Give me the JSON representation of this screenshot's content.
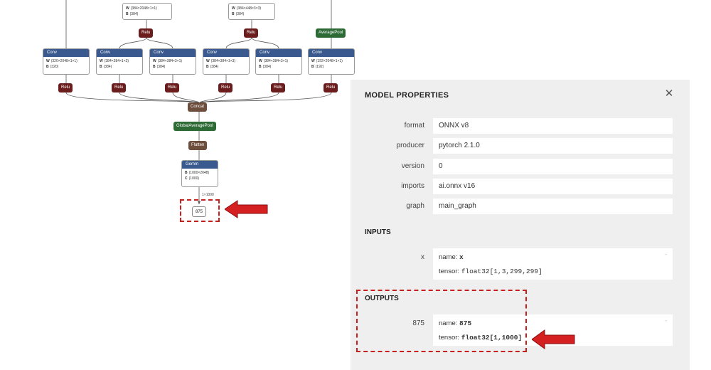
{
  "graph": {
    "inputs_left": [
      {
        "w": "(384×2048×1×1)",
        "b": "(384)"
      },
      {
        "w": "(384×448×3×3)",
        "b": "(384)"
      }
    ],
    "top_relus": [
      "Relu",
      "Relu"
    ],
    "average_pool": "AveragePool",
    "conv_nodes": [
      {
        "label": "Conv",
        "w": "(320×2048×1×1)",
        "b": "(320)"
      },
      {
        "label": "Conv",
        "w": "(384×384×1×3)",
        "b": "(384)"
      },
      {
        "label": "Conv",
        "w": "(384×384×3×1)",
        "b": "(384)"
      },
      {
        "label": "Conv",
        "w": "(384×384×1×3)",
        "b": "(384)"
      },
      {
        "label": "Conv",
        "w": "(384×384×3×1)",
        "b": "(384)"
      },
      {
        "label": "Conv",
        "w": "(192×2048×1×1)",
        "b": "(192)"
      }
    ],
    "bottom_relus": [
      "Relu",
      "Relu",
      "Relu",
      "Relu",
      "Relu",
      "Relu"
    ],
    "concat": "Concat",
    "global_avg_pool": "GlobalAveragePool",
    "flatten": "Flatten",
    "gemm": {
      "label": "Gemm",
      "b": "(1000×2048)",
      "c": "(1000)"
    },
    "edge_label": "1×1000",
    "output_tensor": "875",
    "row_w": "W",
    "row_b": "B",
    "row_c": "C"
  },
  "panel": {
    "title": "MODEL PROPERTIES",
    "close_icon": "close-icon",
    "properties": [
      {
        "label": "format",
        "value": "ONNX v8"
      },
      {
        "label": "producer",
        "value": "pytorch 2.1.0"
      },
      {
        "label": "version",
        "value": "0"
      },
      {
        "label": "imports",
        "value": "ai.onnx v16"
      },
      {
        "label": "graph",
        "value": "main_graph"
      }
    ],
    "inputs_title": "INPUTS",
    "input": {
      "id": "x",
      "name_label": "name:",
      "name": "x",
      "tensor_label": "tensor:",
      "tensor": "float32[1,3,299,299]"
    },
    "outputs_title": "OUTPUTS",
    "output": {
      "id": "875",
      "name_label": "name:",
      "name": "875",
      "tensor_label": "tensor:",
      "tensor": "float32[1,1000]"
    },
    "dash": "-"
  },
  "colors": {
    "highlight_red": "#c81e1e",
    "conv_header": "#39598f",
    "relu": "#6b1d1d",
    "pool": "#2d6a35"
  }
}
